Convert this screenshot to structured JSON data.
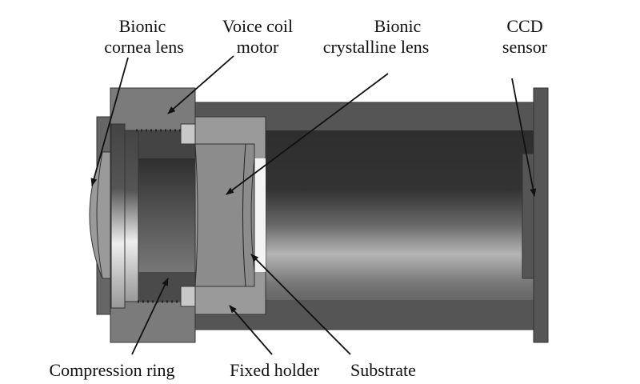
{
  "labels": {
    "cornea_lens": [
      "Bionic",
      "cornea lens"
    ],
    "voice_coil_motor": [
      "Voice coil",
      "motor"
    ],
    "crystalline_lens": [
      "Bionic",
      "crystalline lens"
    ],
    "ccd_sensor": [
      "CCD",
      "sensor"
    ],
    "compression_ring": "Compression ring",
    "fixed_holder": "Fixed holder",
    "substrate": "Substrate"
  },
  "colors": {
    "housing": "#7b7b7b",
    "barrel": "#555555",
    "holder": "#9a9a9a",
    "lens": "#8c8c8c",
    "arrow": "#111111"
  }
}
